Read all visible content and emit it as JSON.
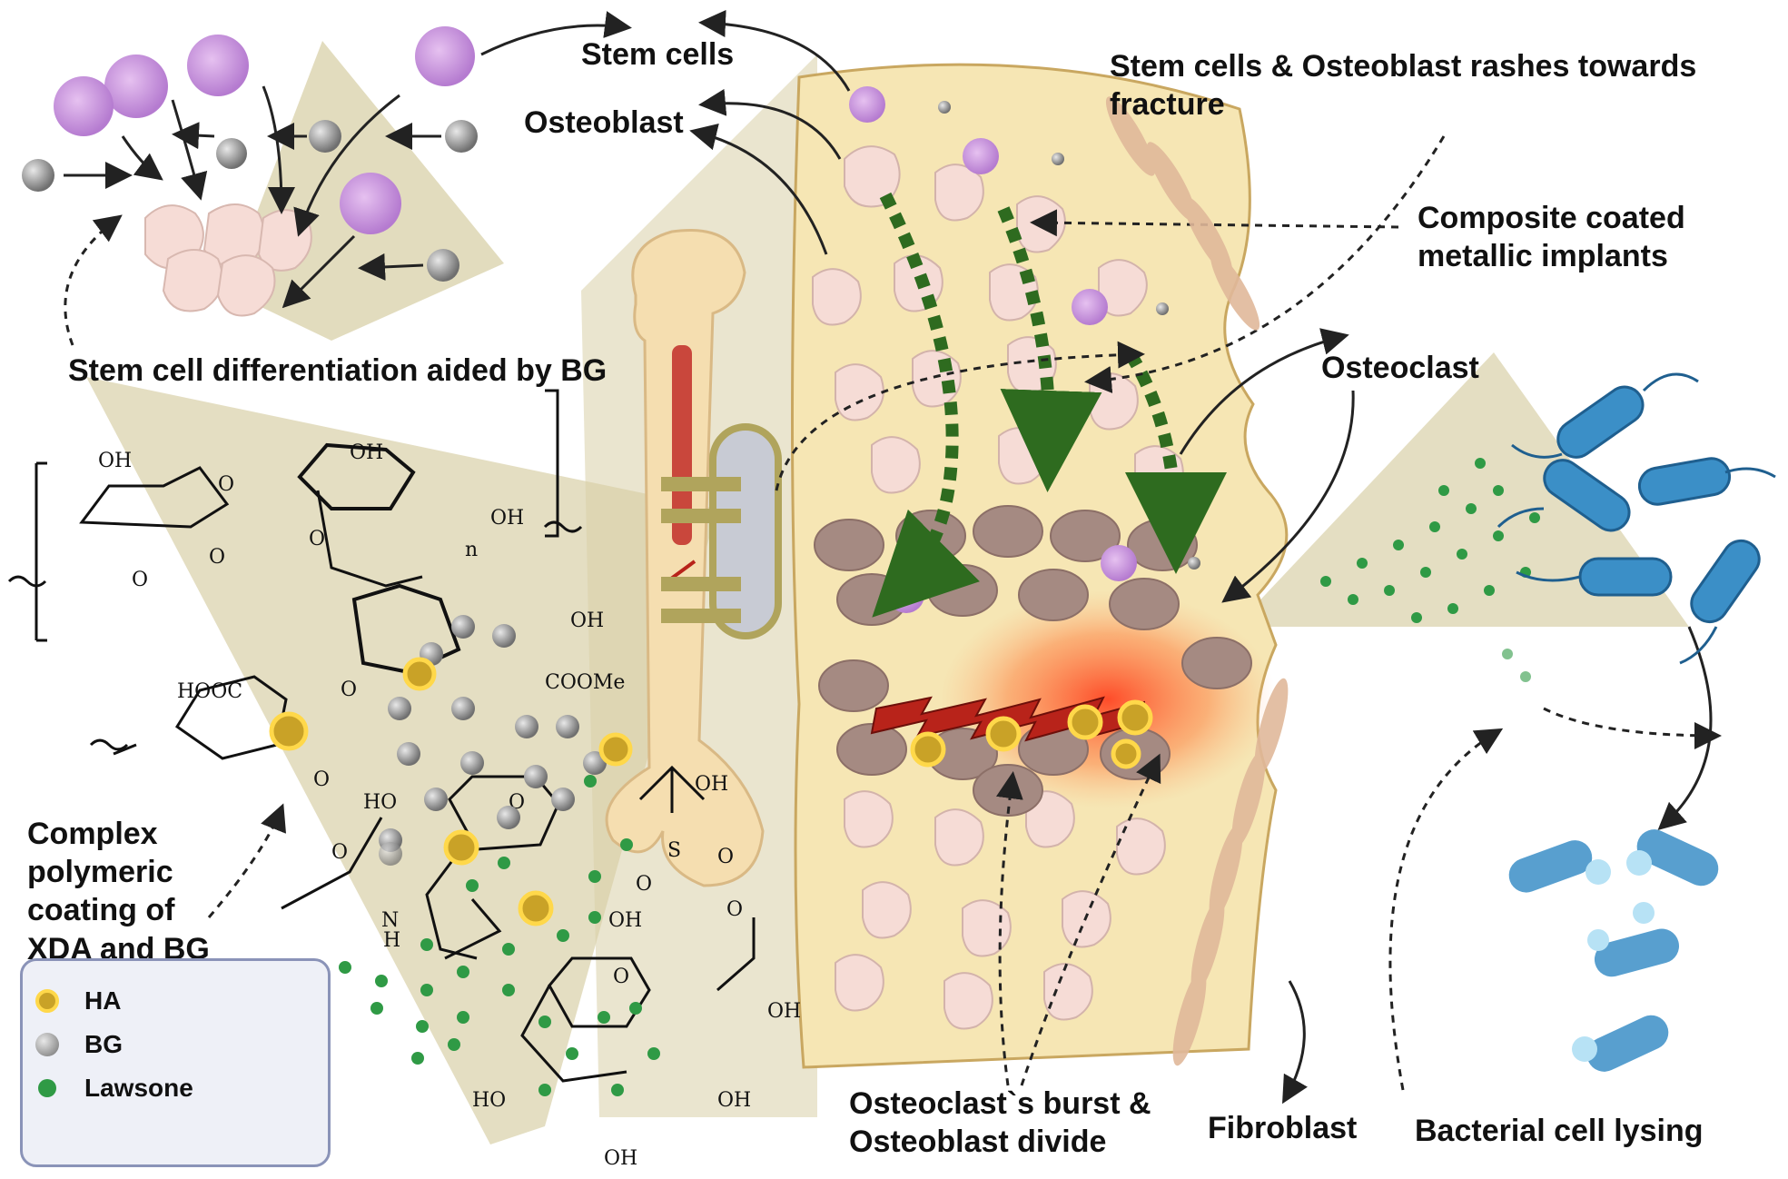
{
  "labels": {
    "stem_cells": "Stem cells",
    "osteoblast": "Osteoblast",
    "rush_line1": "Stem cells & Osteoblast rashes towards",
    "rush_line2": "fracture",
    "composite_line1": "Composite coated",
    "composite_line2": "metallic implants",
    "osteoclast": "Osteoclast",
    "differentiation": "Stem cell differentiation aided by BG",
    "coating_line1": "Complex",
    "coating_line2": "polymeric",
    "coating_line3": "coating of",
    "coating_line4": "XDA and BG",
    "burst_line1": "Osteoclast`s burst &",
    "burst_line2": "Osteoblast divide",
    "fibroblast": "Fibroblast",
    "lysing": "Bacterial cell lysing"
  },
  "chemistry": {
    "oh": "OH",
    "o": "O",
    "n": "n",
    "hooc": "HOOC",
    "coome": "COOMe",
    "ho": "HO",
    "s": "S",
    "nh": "N",
    "h": "H"
  },
  "legend": {
    "items": [
      {
        "label": "HA",
        "color": "#c9a227"
      },
      {
        "label": "BG",
        "color": "#8e8e8e"
      },
      {
        "label": "Lawsone",
        "color": "#2f9a45"
      }
    ]
  },
  "colors": {
    "bone_matrix": "#f6e6b4",
    "cone_beige": "#d8d0a8",
    "stem_cell": "#cf9de0",
    "osteoblast_cell": "#f6dcd6",
    "osteoclast_cell": "#a58a82",
    "fracture_red": "#b8231a",
    "growth_arrow": "#2e6b1f",
    "bacteria_blue": "#3b8fc7",
    "implant_gold": "#b0a45c",
    "fibroblast": "#e0b89a"
  }
}
